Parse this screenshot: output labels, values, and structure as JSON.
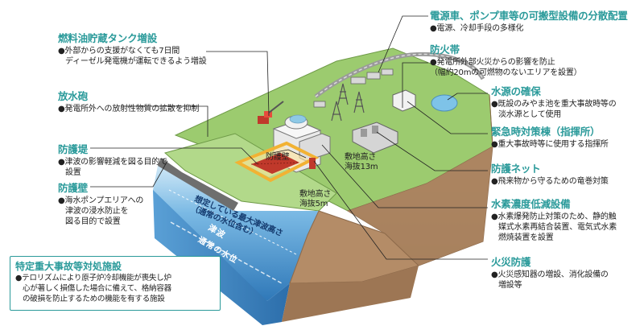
{
  "callouts": {
    "mobile_equipment": {
      "title": "電源車、ポンプ車等の可搬型設備の分散配置",
      "lines": [
        "●電源、冷却手段の多様化"
      ]
    },
    "firebreak": {
      "title": "防火帯",
      "lines": [
        "●発電所外部火災からの影響を防止",
        "（幅約20mの可燃物のないエリアを設置）"
      ]
    },
    "water_source": {
      "title": "水源の確保",
      "lines": [
        "●既設のみやま池を重大事故時等の",
        "淡水源として使用"
      ]
    },
    "emergency_building": {
      "title": "緊急時対策棟（指揮所）",
      "lines": [
        "●重大事故時等に使用する指揮所"
      ]
    },
    "protective_net": {
      "title": "防護ネット",
      "lines": [
        "●飛来物から守るための竜巻対策"
      ]
    },
    "hydrogen": {
      "title": "水素濃度低減設備",
      "lines": [
        "●水素爆発防止対策のため、静的触",
        "媒式水素再結合装置、電気式水素",
        "燃焼装置を設置"
      ]
    },
    "fire_protection": {
      "title": "火災防護",
      "lines": [
        "●火災感知器の増設、消化設備の",
        "増設等"
      ]
    },
    "fuel_tank": {
      "title": "燃料油貯蔵タンク増設",
      "lines": [
        "●外部からの支援がなくても7日間",
        "ディーゼル発電機が運転できるよう増設"
      ]
    },
    "water_cannon": {
      "title": "放水砲",
      "lines": [
        "●発電所外への放射性物質の拡散を抑制"
      ]
    },
    "seawall_embankment": {
      "title": "防護堤",
      "lines": [
        "●津波の影響軽減を図る目的で",
        "設置"
      ]
    },
    "seawall": {
      "title": "防護壁",
      "lines": [
        "●海水ポンプエリアへの",
        "津波の浸水防止を",
        "図る目的で設置"
      ]
    }
  },
  "legend": {
    "title": "特定重大事故等対処施設",
    "lines": [
      "●テロリズムにより原子炉冷却機能が喪失し炉",
      "心が著しく損傷した場合に備えて、格納容器",
      "の破損を防止するための機能を有する施設"
    ]
  },
  "scene": {
    "wall_label": "防護壁",
    "elev13_line1": "敷地高さ",
    "elev13_line2": "海抜13m",
    "elev5_line1": "敷地高さ",
    "elev5_line2": "海抜5m",
    "wave_line1": "想定している最大津波高さ",
    "wave_line2": "（通常の水位含む）",
    "tsunami": "津波",
    "normal_level": "通常の水位"
  },
  "colors": {
    "accent": "#2a9a9a",
    "grass_top": "#9cc970",
    "grass_dark": "#6f9f46",
    "soil": "#b58f6a",
    "soil_dark": "#8d6a4b",
    "sea": "#5aa6d8",
    "sea_deep": "#3b86c2",
    "firebreak": "#f2b233"
  }
}
